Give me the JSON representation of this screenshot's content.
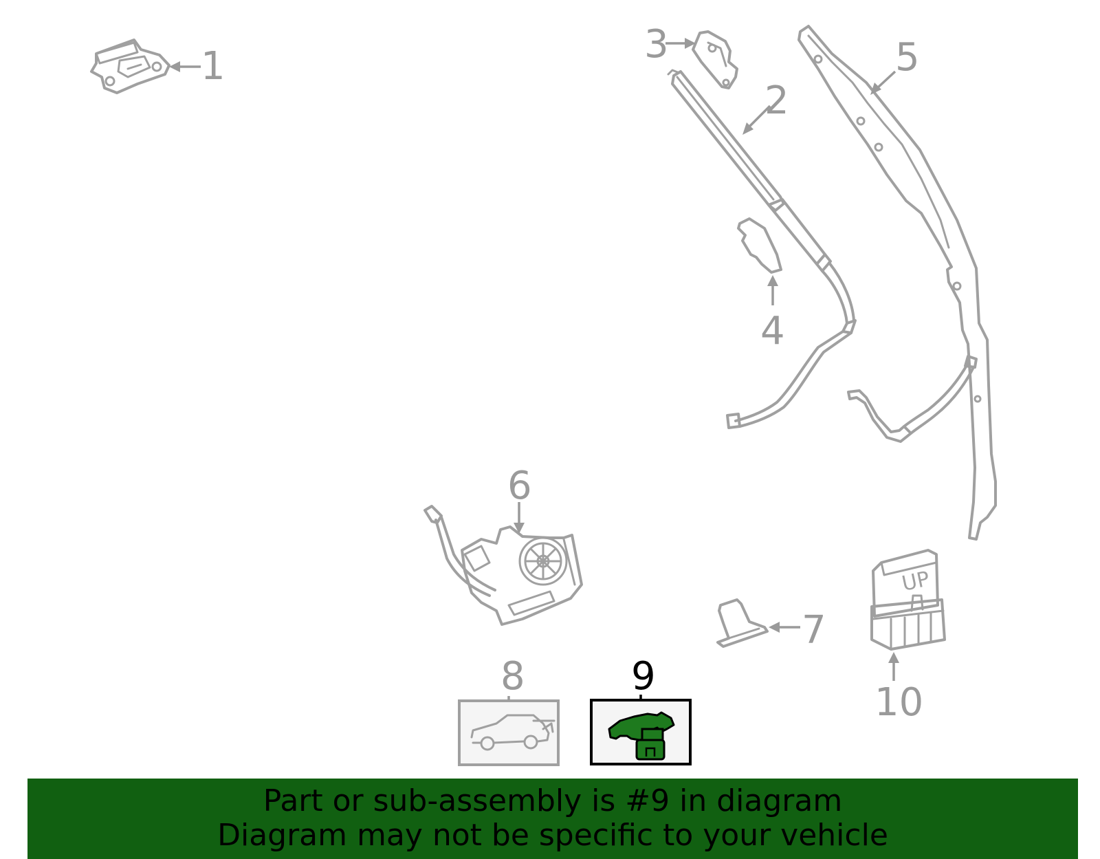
{
  "diagram": {
    "callouts": [
      {
        "id": "1",
        "label": "1"
      },
      {
        "id": "2",
        "label": "2"
      },
      {
        "id": "3",
        "label": "3"
      },
      {
        "id": "4",
        "label": "4"
      },
      {
        "id": "5",
        "label": "5"
      },
      {
        "id": "6",
        "label": "6"
      },
      {
        "id": "7",
        "label": "7"
      },
      {
        "id": "8",
        "label": "8"
      },
      {
        "id": "9",
        "label": "9"
      },
      {
        "id": "10",
        "label": "10"
      }
    ],
    "selected_part": "9",
    "part_10_marking": "UP",
    "colors": {
      "line": "#a0a0a0",
      "highlight_fill": "#1e7a1e",
      "banner": "#116011",
      "active_text": "#000000"
    }
  },
  "banner": {
    "line1": "Part or sub-assembly is #9 in diagram",
    "line2": "Diagram may not be specific to your vehicle"
  }
}
